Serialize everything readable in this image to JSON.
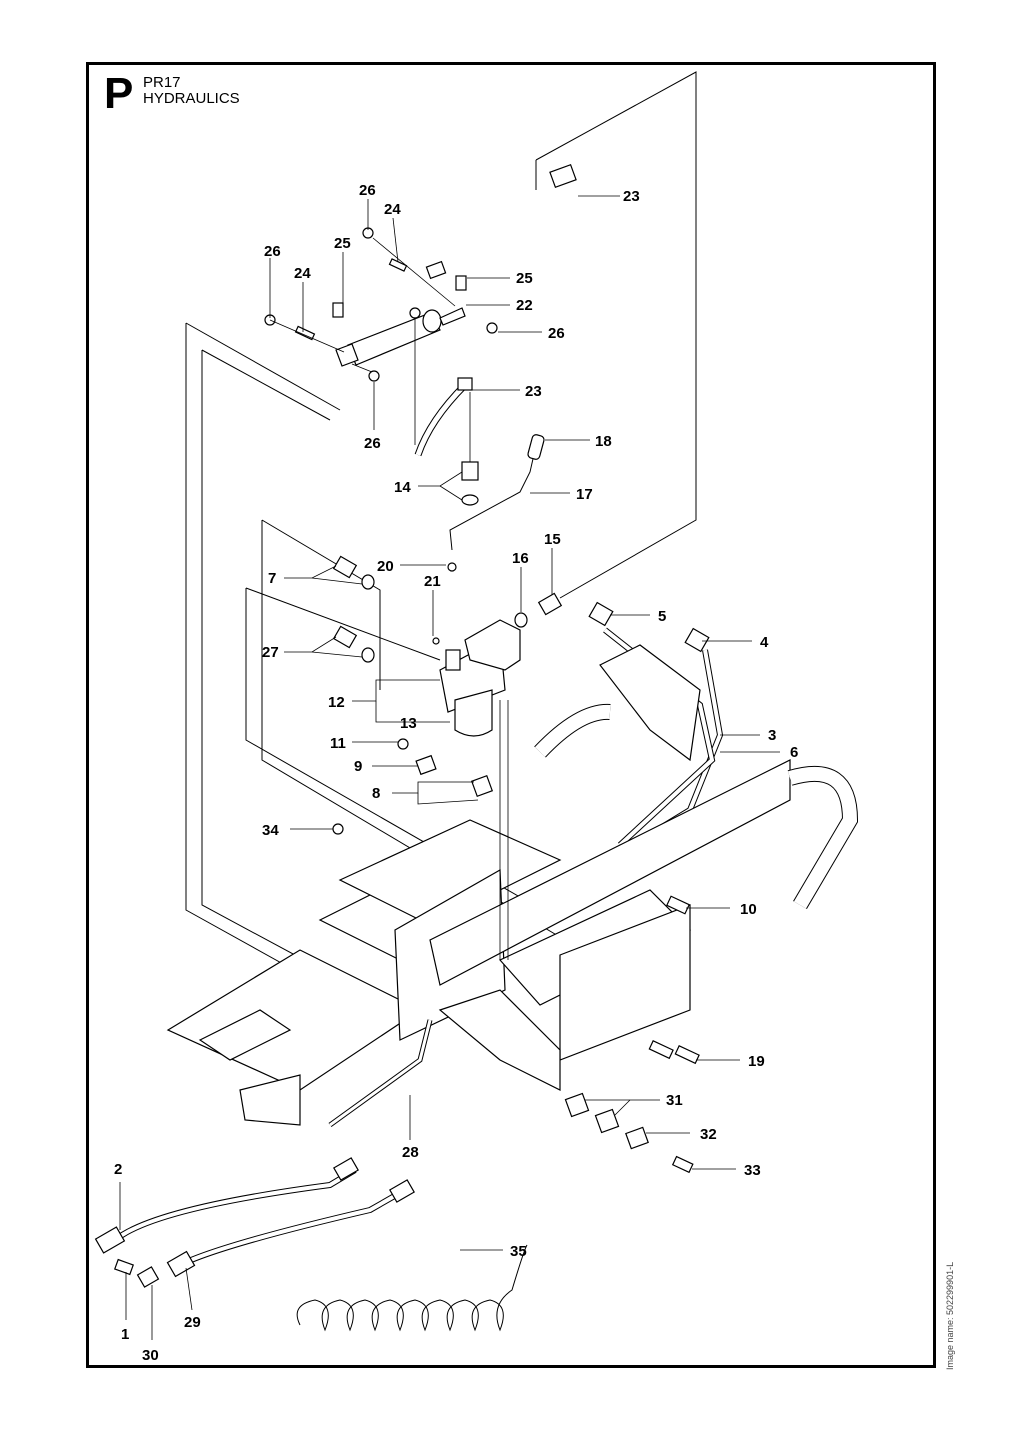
{
  "header": {
    "section_letter": "P",
    "model": "PR17",
    "title": "HYDRAULICS"
  },
  "image_name": "Image name: 502299901-L",
  "callouts": [
    {
      "id": "c26a",
      "label": "26"
    },
    {
      "id": "c24a",
      "label": "24"
    },
    {
      "id": "c25a",
      "label": "25"
    },
    {
      "id": "c26b",
      "label": "26"
    },
    {
      "id": "c24b",
      "label": "24"
    },
    {
      "id": "c23a",
      "label": "23"
    },
    {
      "id": "c25b",
      "label": "25"
    },
    {
      "id": "c22",
      "label": "22"
    },
    {
      "id": "c26c",
      "label": "26"
    },
    {
      "id": "c26d",
      "label": "26"
    },
    {
      "id": "c23b",
      "label": "23"
    },
    {
      "id": "c18",
      "label": "18"
    },
    {
      "id": "c14",
      "label": "14"
    },
    {
      "id": "c17",
      "label": "17"
    },
    {
      "id": "c15",
      "label": "15"
    },
    {
      "id": "c16",
      "label": "16"
    },
    {
      "id": "c20",
      "label": "20"
    },
    {
      "id": "c7",
      "label": "7"
    },
    {
      "id": "c21",
      "label": "21"
    },
    {
      "id": "c5",
      "label": "5"
    },
    {
      "id": "c4",
      "label": "4"
    },
    {
      "id": "c27",
      "label": "27"
    },
    {
      "id": "c12",
      "label": "12"
    },
    {
      "id": "c13",
      "label": "13"
    },
    {
      "id": "c3",
      "label": "3"
    },
    {
      "id": "c6",
      "label": "6"
    },
    {
      "id": "c11",
      "label": "11"
    },
    {
      "id": "c9",
      "label": "9"
    },
    {
      "id": "c8",
      "label": "8"
    },
    {
      "id": "c34",
      "label": "34"
    },
    {
      "id": "c10",
      "label": "10"
    },
    {
      "id": "c19",
      "label": "19"
    },
    {
      "id": "c31",
      "label": "31"
    },
    {
      "id": "c32",
      "label": "32"
    },
    {
      "id": "c28",
      "label": "28"
    },
    {
      "id": "c33",
      "label": "33"
    },
    {
      "id": "c2",
      "label": "2"
    },
    {
      "id": "c35",
      "label": "35"
    },
    {
      "id": "c1",
      "label": "1"
    },
    {
      "id": "c29",
      "label": "29"
    },
    {
      "id": "c30",
      "label": "30"
    }
  ]
}
